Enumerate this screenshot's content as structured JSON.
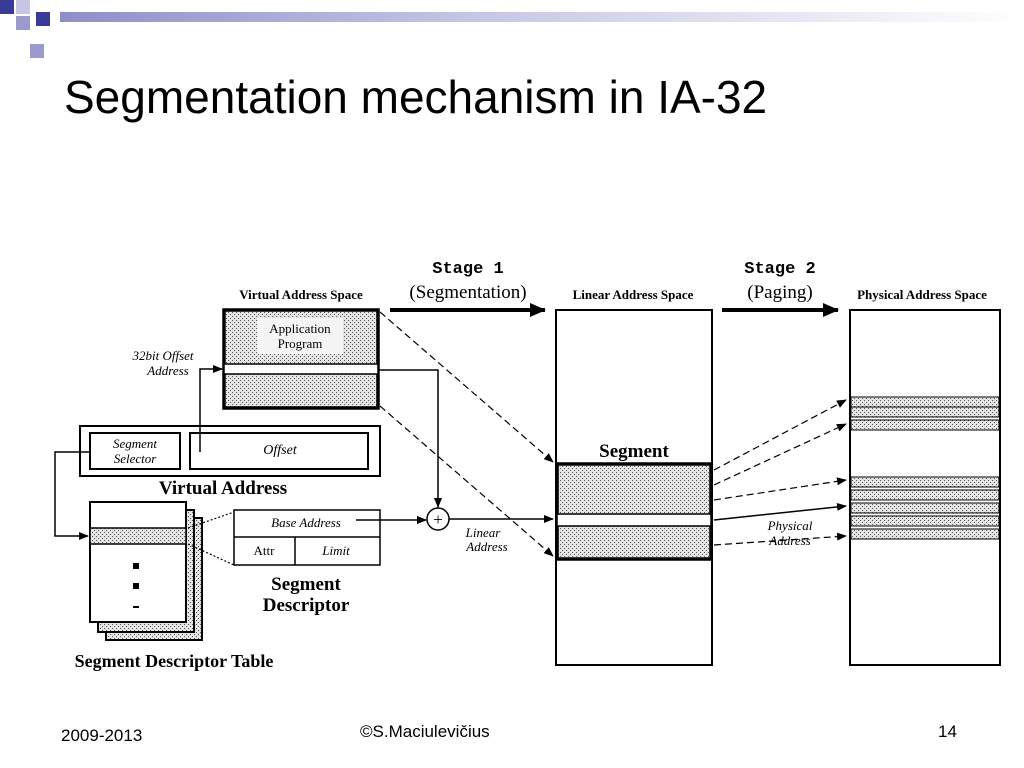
{
  "slide": {
    "title": "Segmentation mechanism in IA-32",
    "footer_left": "2009-2013",
    "footer_center": "©S.Maciulevičius",
    "footer_right": "14"
  },
  "diagram": {
    "stage1_title": "Stage 1",
    "stage1_sub": "(Segmentation)",
    "stage2_title": "Stage 2",
    "stage2_sub": "(Paging)",
    "virtual_space_label": "Virtual Address Space",
    "linear_space_label": "Linear Address Space",
    "physical_space_label": "Physical Address Space",
    "app_program_line1": "Application",
    "app_program_line2": "Program",
    "offset_note_line1": "32bit Offset",
    "offset_note_line2": "Address",
    "segment_selector_line1": "Segment",
    "segment_selector_line2": "Selector",
    "offset_label": "Offset",
    "virtual_address_label": "Virtual Address",
    "base_address_label": "Base Address",
    "attr_label": "Attr",
    "limit_label": "Limit",
    "descriptor_line1": "Segment",
    "descriptor_line2": "Descriptor",
    "table_label": "Segment Descriptor Table",
    "linear_address_line1": "Linear",
    "linear_address_line2": "Address",
    "segment_label": "Segment",
    "physical_address_line1": "Physical",
    "physical_address_line2": "Address",
    "plus_symbol": "+"
  },
  "colors": {
    "decor_blue": "#3a3a9a",
    "decor_lavender": "#9a9acc",
    "stipple_bg": "#e2e2e2"
  }
}
